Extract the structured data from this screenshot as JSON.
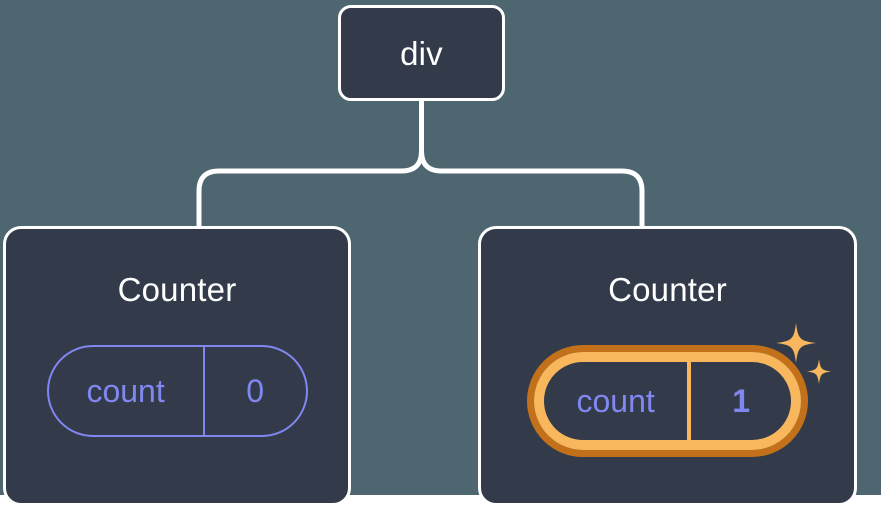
{
  "diagram": {
    "type": "component-tree",
    "background_color": "#4d6670",
    "node_fill_color": "#333b4a",
    "node_border_color": "#ffffff",
    "accent_state_color": "#8187f0",
    "highlight_outer_color": "#c2711a",
    "highlight_inner_color": "#f8b75c",
    "root": {
      "label": "div"
    },
    "children": [
      {
        "title": "Counter",
        "state": {
          "key": "count",
          "value": "0",
          "highlighted": false
        }
      },
      {
        "title": "Counter",
        "state": {
          "key": "count",
          "value": "1",
          "highlighted": true
        },
        "decoration": {
          "icon": "sparkles-icon",
          "color": "#f8b75c"
        }
      }
    ]
  }
}
